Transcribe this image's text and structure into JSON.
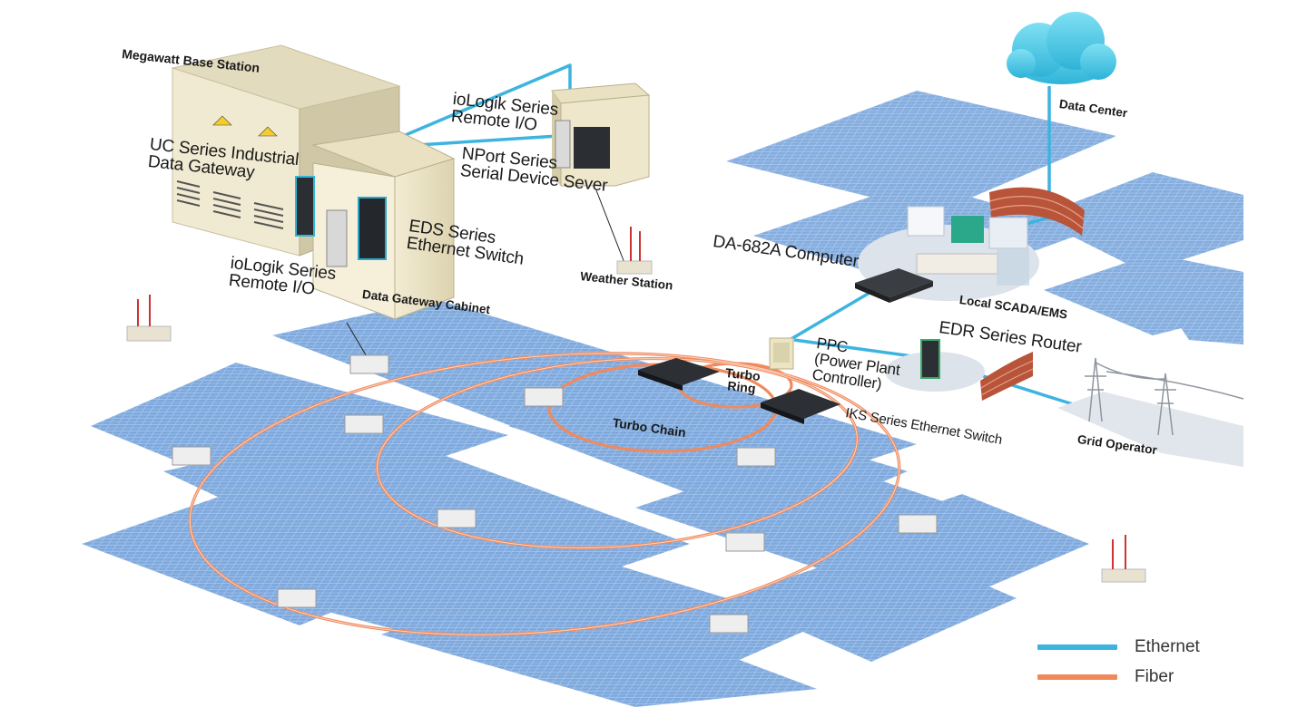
{
  "labels": {
    "megawatt": "Megawatt  Base Station",
    "uc_gateway": "UC Series Industrial\nData Gateway",
    "iologik_top": "ioLogik Series\nRemote I/O",
    "nport": "NPort Series\nSerial Device Sever",
    "eds_switch": "EDS Series\nEthernet Switch",
    "iologik_left": "ioLogik Series\nRemote I/O",
    "gateway_cabinet": "Data Gateway Cabinet",
    "weather_station": "Weather Station",
    "data_center": "Data Center",
    "da682a": "DA-682A Computer",
    "local_scada": "Local SCADA/EMS",
    "ppc": "PPC\n(Power Plant\nController)",
    "edr_router": "EDR Series Router",
    "turbo_ring": "Turbo\nRing",
    "turbo_chain": "Turbo Chain",
    "iks_switch": "IKS Series Ethernet Switch",
    "grid_operator": "Grid Operator"
  },
  "legend": [
    {
      "label": "Ethernet",
      "color": "#3db4df"
    },
    {
      "label": "Fiber",
      "color": "#f08a5d"
    }
  ],
  "colors": {
    "ethernet": "#3db4df",
    "fiber": "#f08a5d",
    "panel": "#8db4e2",
    "panel_dark": "#5e8cc4",
    "cabinet": "#eee6c8",
    "cloud": "#5cd2ec",
    "brick": "#b8543a"
  }
}
